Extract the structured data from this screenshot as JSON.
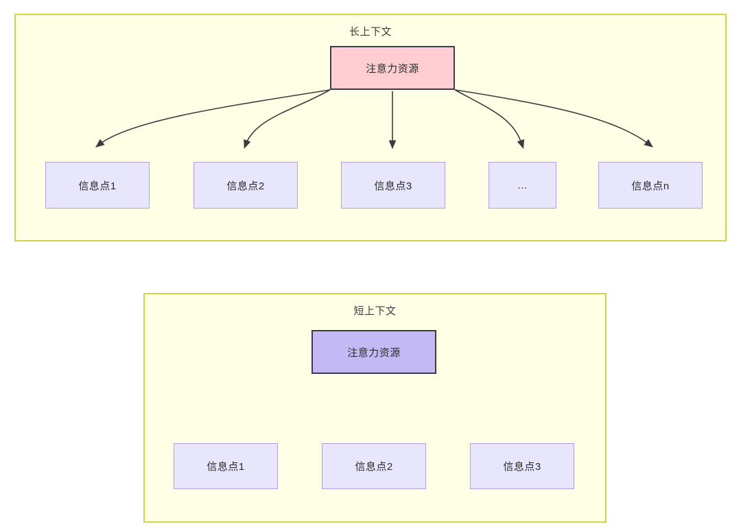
{
  "diagram": {
    "type": "attention-resource-allocation",
    "background_color": "#ffffff",
    "panel_fill": "#ffffe6",
    "panel_border": "#d6d14a",
    "panels": [
      {
        "id": "long-context",
        "title": "长上下文",
        "root": {
          "label": "注意力资源",
          "fill": "#ffcdd2",
          "border": "#3b3b45"
        },
        "leaves": [
          {
            "label": "信息点1"
          },
          {
            "label": "信息点2"
          },
          {
            "label": "信息点3"
          },
          {
            "label": "..."
          },
          {
            "label": "信息点n"
          }
        ],
        "leaf_fill": "#e8e6fc",
        "leaf_border": "#b39ddb"
      },
      {
        "id": "short-context",
        "title": "短上下文",
        "root": {
          "label": "注意力资源",
          "fill": "#c3b9f5",
          "border": "#3b3b45"
        },
        "leaves": [
          {
            "label": "信息点1"
          },
          {
            "label": "信息点2"
          },
          {
            "label": "信息点3"
          }
        ],
        "leaf_fill": "#e8e6fc",
        "leaf_border": "#b39ddb"
      }
    ],
    "edge_color": "#3b3b3b"
  }
}
